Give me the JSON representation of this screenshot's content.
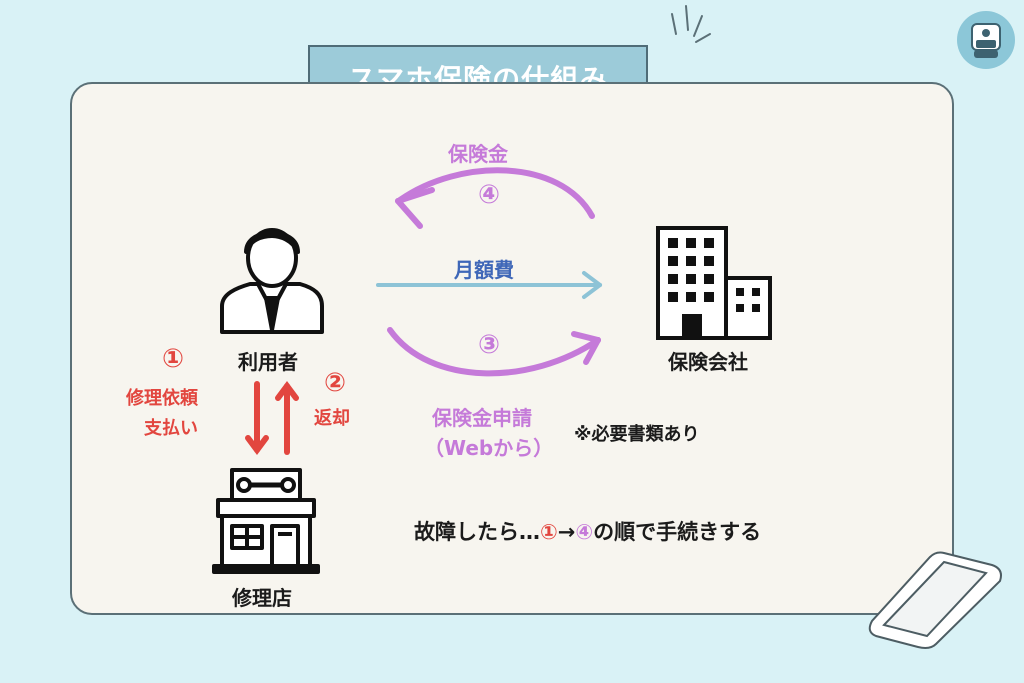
{
  "title": "スマホ保険の仕組み",
  "nodes": {
    "user": "利用者",
    "insurer": "保険会社",
    "shop": "修理店"
  },
  "flows": {
    "step1_num": "①",
    "step1_text_line1": "修理依頼",
    "step1_text_line2": "支払い",
    "step2_num": "②",
    "step2_text": "返却",
    "step3_num": "③",
    "step3_text_line1": "保険金申請",
    "step3_text_line2": "（Webから）",
    "step4_num": "④",
    "step4_text": "保険金",
    "monthly_fee": "月額費"
  },
  "note": "※必要書類あり",
  "summary": {
    "prefix": "故障したら…",
    "first": "①",
    "arrow": "→",
    "last": "④",
    "suffix": "の順で手続きする"
  },
  "colors": {
    "red": "#e2463f",
    "purple": "#c57ad9",
    "blue_line": "#8dc3d6",
    "blue_text": "#3f67b8",
    "title_bg": "#9ccbd9",
    "background": "#d9f2f6"
  }
}
